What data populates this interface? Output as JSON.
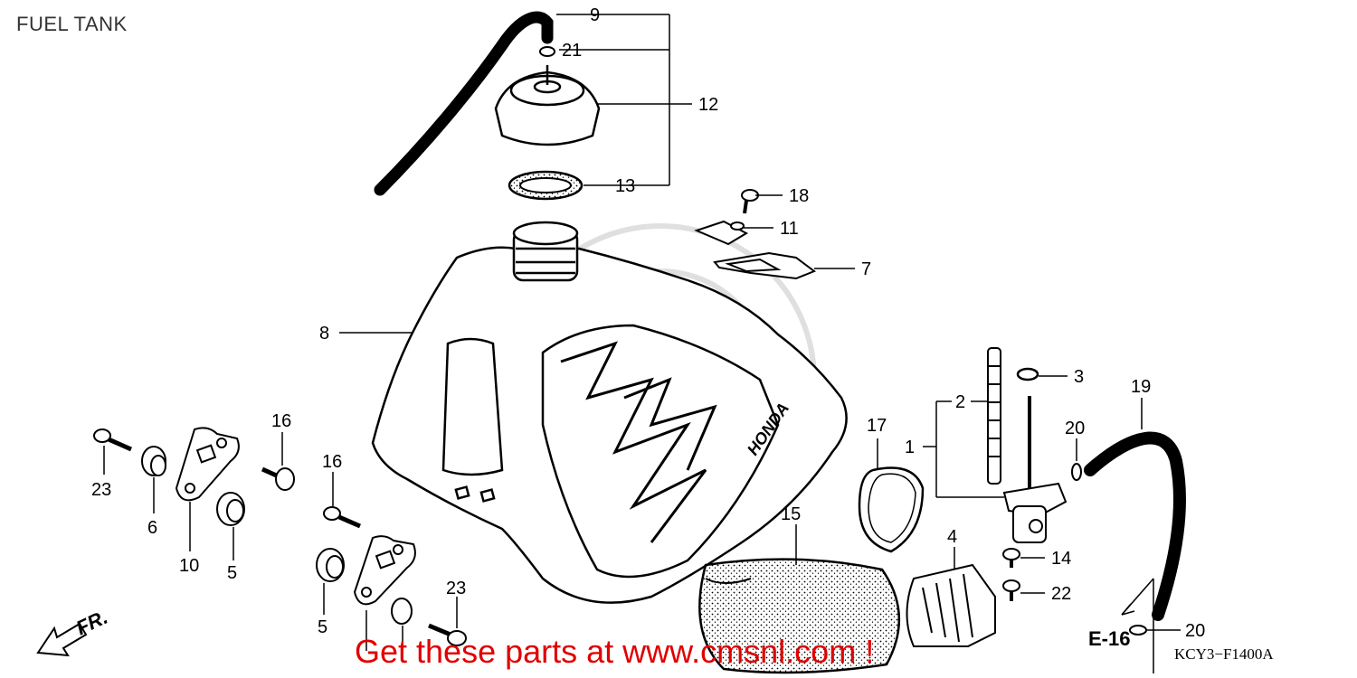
{
  "title": "FUEL TANK",
  "banner": "Get these parts at www.cmsnl.com !",
  "diagram_code": "KCY3−F1400A",
  "section_ref": "E-16",
  "front_label": "FR.",
  "tank_brand": "HONDA",
  "callouts": {
    "c9": "9",
    "c21": "21",
    "c12": "12",
    "c13": "13",
    "c18": "18",
    "c11": "11",
    "c7": "7",
    "c8": "8",
    "c3": "3",
    "c2": "2",
    "c1": "1",
    "c19": "19",
    "c20a": "20",
    "c17": "17",
    "c16a": "16",
    "c16b": "16",
    "c23a": "23",
    "c6": "6",
    "c10": "10",
    "c5a": "5",
    "c5b": "5",
    "c15": "15",
    "c4": "4",
    "c14": "14",
    "c22": "22",
    "c23b": "23",
    "c20b": "20"
  }
}
